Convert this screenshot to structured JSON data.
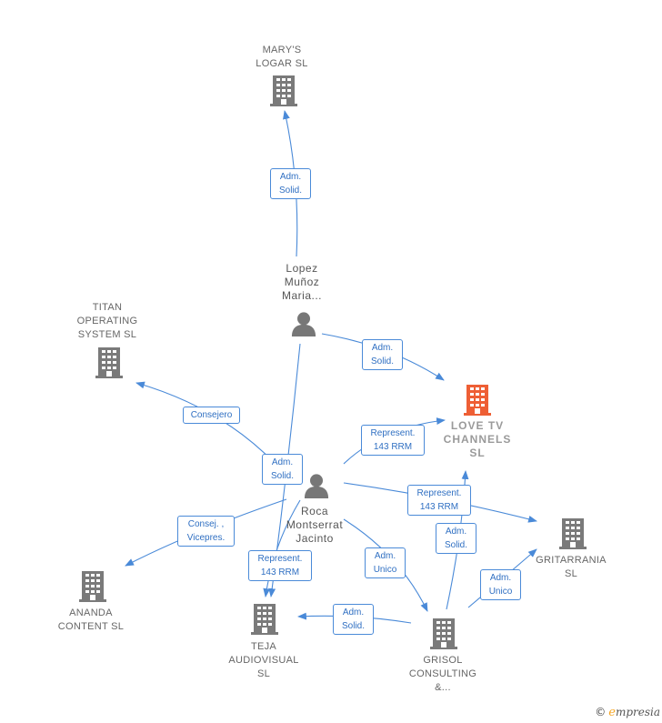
{
  "colors": {
    "edge": "#4a8ad8",
    "building": "#7a7a7a",
    "building_main": "#ee5f35",
    "person": "#777777"
  },
  "nodes": {
    "marys_logar": {
      "label": "MARY'S\nLOGAR SL"
    },
    "titan": {
      "label": "TITAN\nOPERATING\nSYSTEM  SL"
    },
    "love_tv": {
      "label": "LOVE TV\nCHANNELS\nSL"
    },
    "gritarrania": {
      "label": "GRITARRANIA\nSL"
    },
    "ananda": {
      "label": "ANANDA\nCONTENT  SL"
    },
    "teja": {
      "label": "TEJA\nAUDIOVISUAL\nSL"
    },
    "grisol": {
      "label": "GRISOL\nCONSULTING\n&..."
    },
    "lopez": {
      "label": "Lopez\nMuñoz\nMaria..."
    },
    "roca": {
      "label": "Roca\nMontserrat\nJacinto"
    }
  },
  "edges": {
    "lopez_marys": "Adm.\nSolid.",
    "lopez_love": "Adm.\nSolid.",
    "lopez_teja": "Adm.\nSolid.",
    "roca_titan": "Consejero",
    "roca_love": "Represent.\n143 RRM",
    "roca_gritarrania": "Represent.\n143 RRM",
    "roca_ananda": "Consej. ,\nVicepres.",
    "roca_teja": "Represent.\n143 RRM",
    "roca_grisol": "Adm.\nUnico",
    "grisol_love": "Adm.\nSolid.",
    "grisol_gritarrania": "Adm.\nUnico",
    "grisol_teja": "Adm.\nSolid."
  },
  "footer": {
    "copyright": "©",
    "brand_initial": "e",
    "brand_rest": "mpresia"
  }
}
